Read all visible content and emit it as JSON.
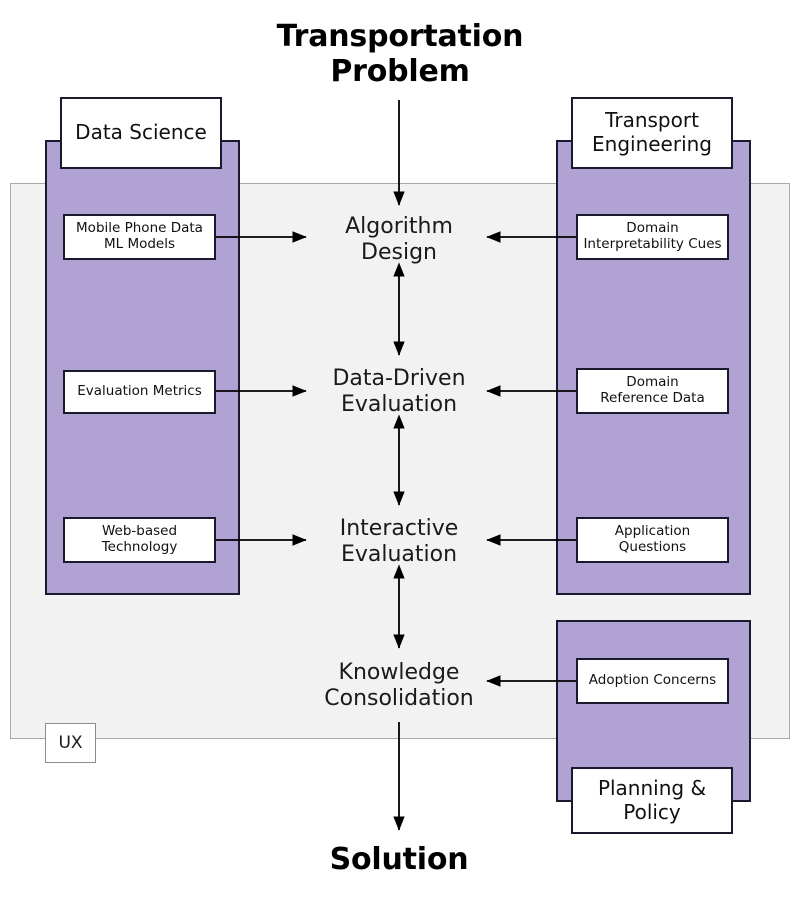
{
  "diagram": {
    "top_label": "Transportation\nProblem",
    "top_label_line1": "Transportation",
    "top_label_line2": "Problem",
    "bottom_label": "Solution",
    "ux_panel_label": "UX",
    "colors": {
      "discipline_fill": "#b0a3d4",
      "discipline_border": "#1a1a2e",
      "ux_panel_fill": "#f2f2f2",
      "ux_panel_border": "#a8a8a8",
      "box_fill": "#ffffff",
      "text": "#111111",
      "arrow": "#000000"
    }
  },
  "columns": {
    "left": {
      "header": "Data Science",
      "items": [
        {
          "line1": "Mobile Phone Data",
          "line2": "ML Models"
        },
        {
          "line1": "Evaluation Metrics",
          "line2": ""
        },
        {
          "line1": "Web-based",
          "line2": "Technology"
        }
      ]
    },
    "right": {
      "header": "Transport\nEngineering",
      "header_line1": "Transport",
      "header_line2": "Engineering",
      "items": [
        {
          "line1": "Domain",
          "line2": "Interpretability Cues"
        },
        {
          "line1": "Domain",
          "line2": "Reference Data"
        },
        {
          "line1": "Application",
          "line2": "Questions"
        },
        {
          "line1": "Adoption Concerns",
          "line2": ""
        }
      ],
      "footer_header": "Planning &\nPolicy",
      "footer_header_line1": "Planning &",
      "footer_header_line2": "Policy"
    }
  },
  "stages": [
    {
      "line1": "Algorithm",
      "line2": "Design"
    },
    {
      "line1": "Data-Driven",
      "line2": "Evaluation"
    },
    {
      "line1": "Interactive",
      "line2": "Evaluation"
    },
    {
      "line1": "Knowledge",
      "line2": "Consolidation"
    }
  ]
}
